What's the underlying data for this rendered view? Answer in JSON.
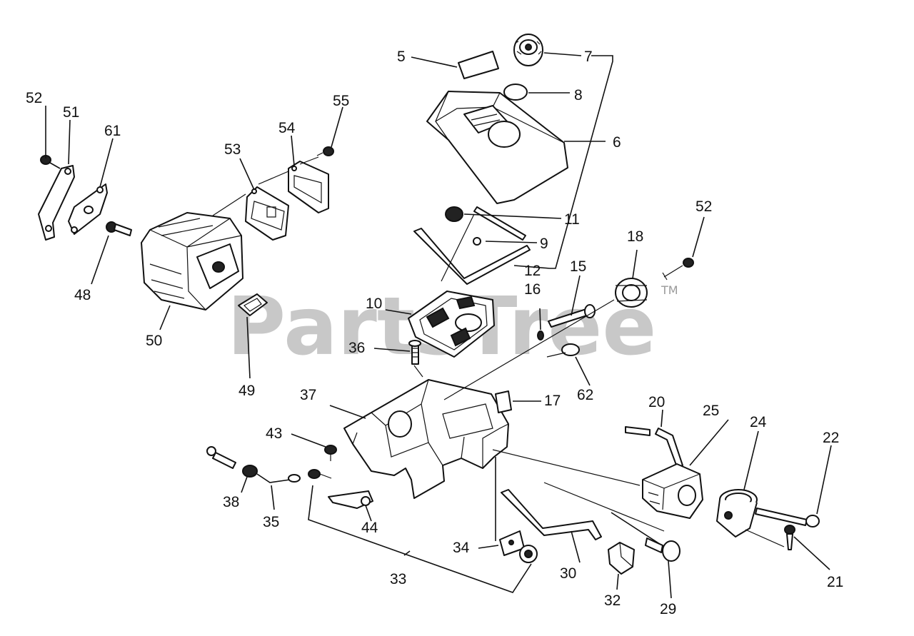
{
  "watermark": {
    "text": "PartsTree",
    "trademark": "TM"
  },
  "labels": {
    "p5": "5",
    "p7": "7",
    "p8": "8",
    "p6": "6",
    "p11": "11",
    "p9": "9",
    "p12": "12",
    "p52a": "52",
    "p51": "51",
    "p61": "61",
    "p53": "53",
    "p54": "54",
    "p55": "55",
    "p48": "48",
    "p50": "50",
    "p49": "49",
    "p10": "10",
    "p36": "36",
    "p16": "16",
    "p15": "15",
    "p18": "18",
    "p52b": "52",
    "p62": "62",
    "p17": "17",
    "p37": "37",
    "p43": "43",
    "p38": "38",
    "p35": "35",
    "p44": "44",
    "p33": "33",
    "p34": "34",
    "p30": "30",
    "p32": "32",
    "p29": "29",
    "p20": "20",
    "p25": "25",
    "p24": "24",
    "p22": "22",
    "p21": "21"
  }
}
